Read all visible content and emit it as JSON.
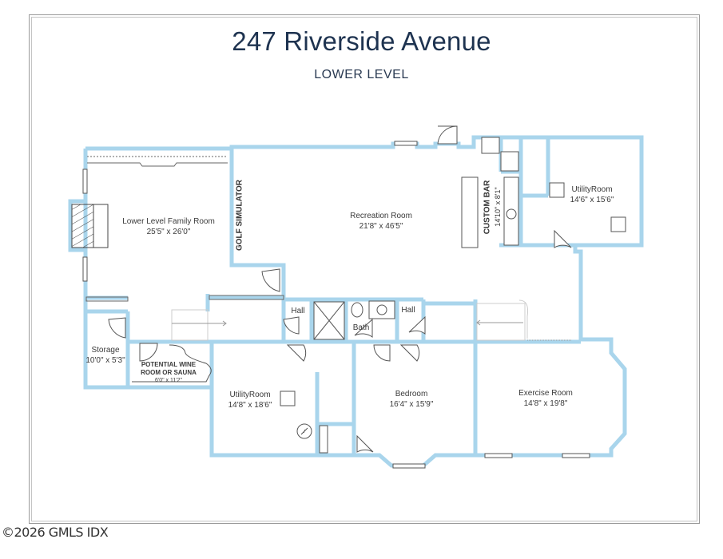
{
  "header": {
    "title": "247 Riverside Avenue",
    "subtitle": "LOWER LEVEL"
  },
  "colors": {
    "wall": "#a9d5ec",
    "title_text": "#1e3350",
    "fixture_line": "#555555",
    "frame": "#9a9a9a"
  },
  "rooms": [
    {
      "name": "Lower Level Family Room",
      "dimensions": "25'5\" x 26'0\""
    },
    {
      "name": "Recreation Room",
      "dimensions": "21'8\" x 46'5\""
    },
    {
      "name": "UtilityRoom",
      "dimensions": "14'6\" x 15'6\""
    },
    {
      "name": "Storage",
      "dimensions": "10'0\" x 5'3\""
    },
    {
      "name": "POTENTIAL WINE ROOM OR SAUNA",
      "dimensions": "6'0\" x 11'2\""
    },
    {
      "name": "UtilityRoom",
      "dimensions": "14'8\" x 18'6\""
    },
    {
      "name": "Bedroom",
      "dimensions": "16'4\" x 15'9\""
    },
    {
      "name": "Exercise Room",
      "dimensions": "14'8\" x 19'8\""
    },
    {
      "name": "Hall",
      "dimensions": ""
    },
    {
      "name": "Bath",
      "dimensions": ""
    },
    {
      "name": "Hall",
      "dimensions": ""
    }
  ],
  "vertical_labels": {
    "golf": "GOLF SIMULATOR",
    "bar_name": "CUSTOM BAR",
    "bar_dim": "14'10\" x 8'1\""
  },
  "wine_room": {
    "line1": "POTENTIAL WINE",
    "line2": "ROOM OR SAUNA"
  },
  "footer": {
    "watermark": "©2026 GMLS IDX"
  }
}
